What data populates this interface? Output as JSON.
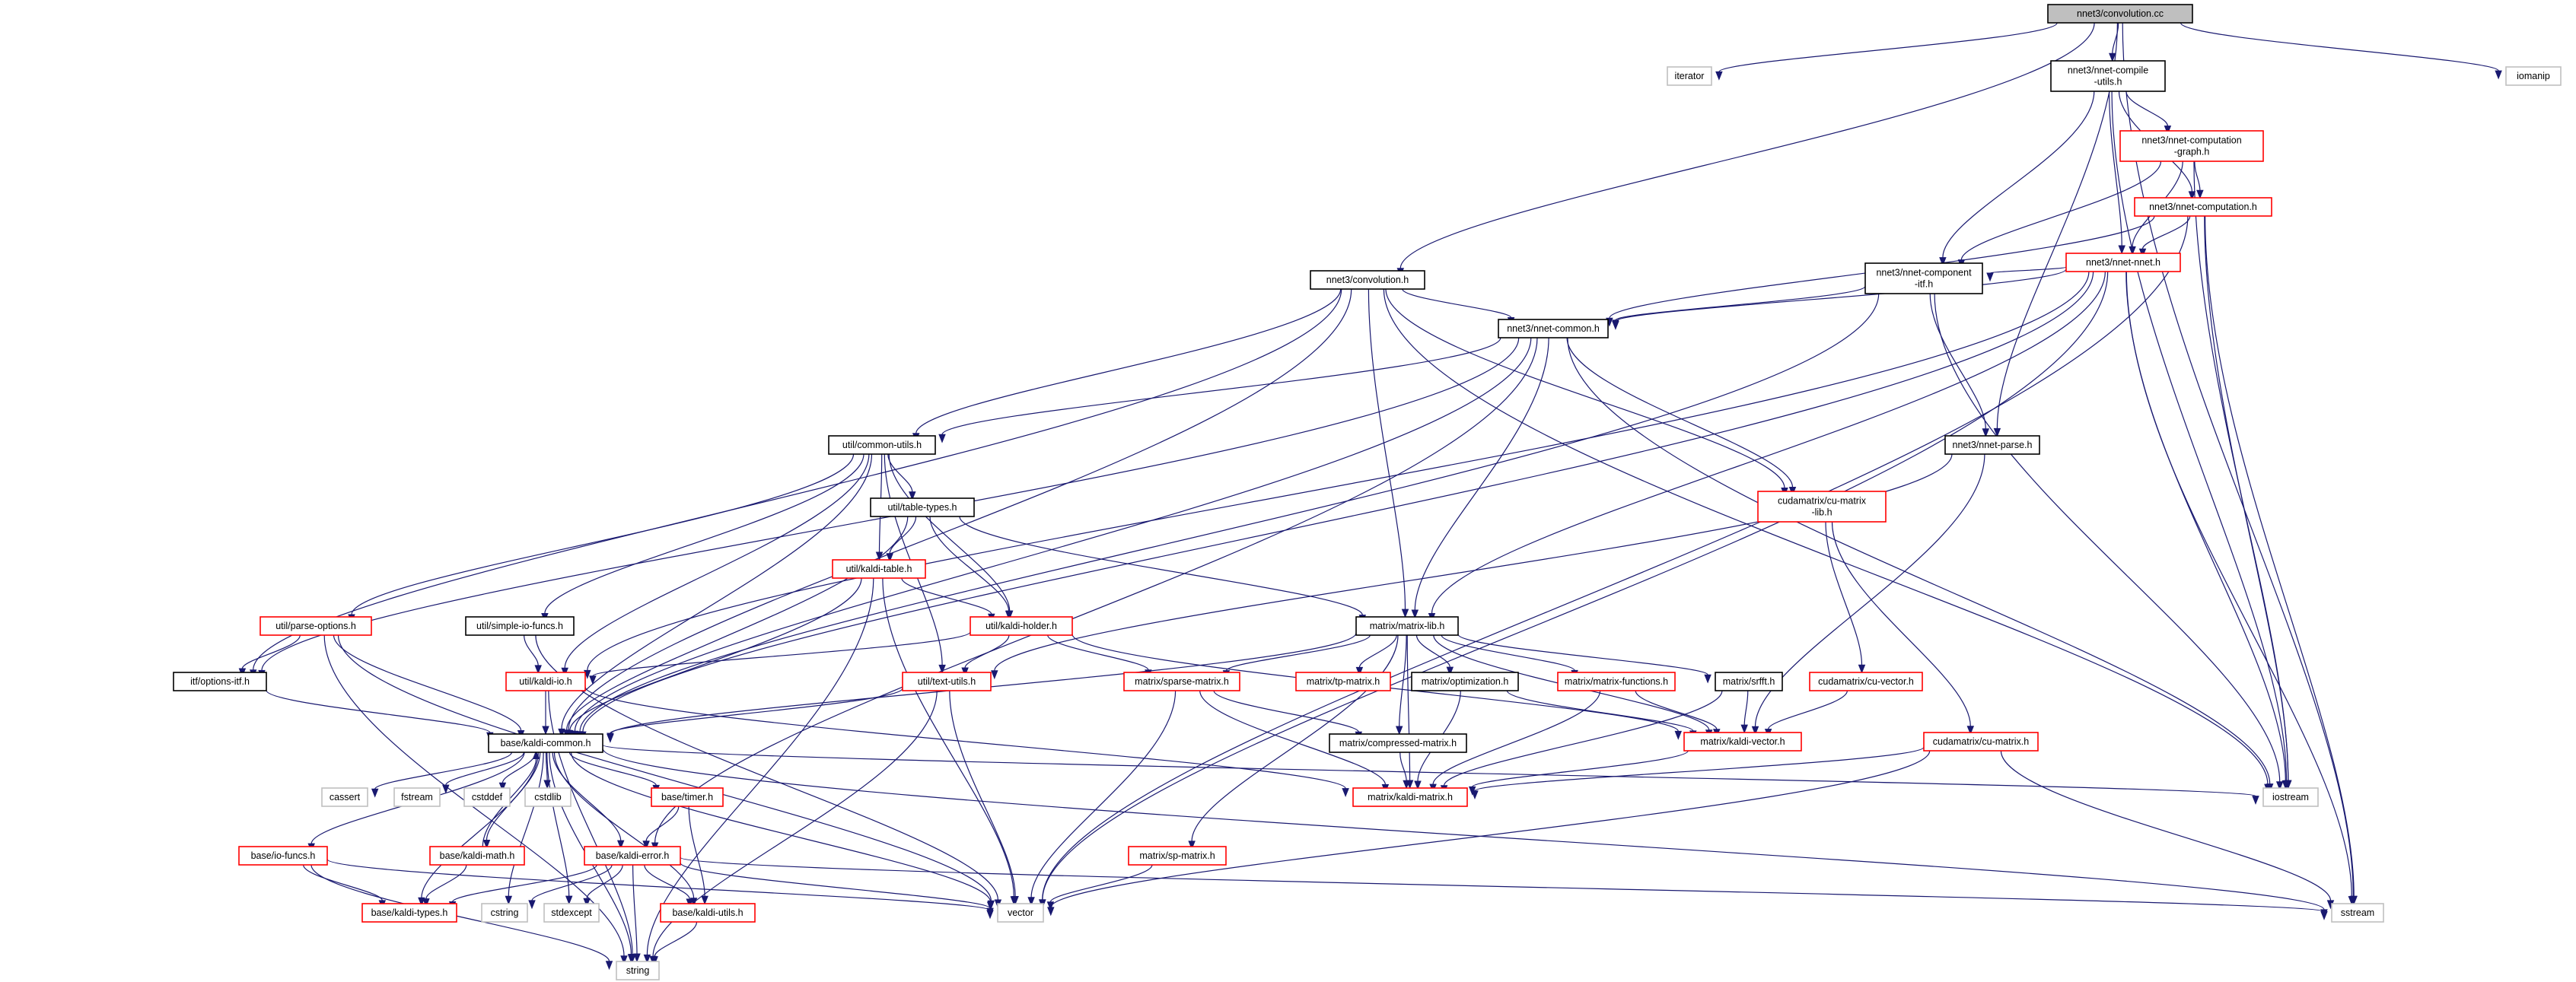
{
  "colors": {
    "edge": "#191970",
    "normal_border": "#000000",
    "linked_border": "#ff0000",
    "external_border": "#bfbfbf",
    "root_fill": "#bfbfbf",
    "fill": "#ffffff",
    "text": "#000000"
  },
  "nodes": [
    {
      "id": "root",
      "lines": [
        "nnet3/convolution.cc"
      ],
      "kind": "root"
    },
    {
      "id": "iterator",
      "lines": [
        "iterator"
      ],
      "kind": "external"
    },
    {
      "id": "iomanip",
      "lines": [
        "iomanip"
      ],
      "kind": "external"
    },
    {
      "id": "compile_utils",
      "lines": [
        "nnet3/nnet-compile",
        "-utils.h"
      ],
      "kind": "normal"
    },
    {
      "id": "comp_graph",
      "lines": [
        "nnet3/nnet-computation",
        "-graph.h"
      ],
      "kind": "linked"
    },
    {
      "id": "computation",
      "lines": [
        "nnet3/nnet-computation.h"
      ],
      "kind": "linked"
    },
    {
      "id": "nnet",
      "lines": [
        "nnet3/nnet-nnet.h"
      ],
      "kind": "linked"
    },
    {
      "id": "conv_h",
      "lines": [
        "nnet3/convolution.h"
      ],
      "kind": "normal"
    },
    {
      "id": "comp_itf",
      "lines": [
        "nnet3/nnet-component",
        "-itf.h"
      ],
      "kind": "normal"
    },
    {
      "id": "common",
      "lines": [
        "nnet3/nnet-common.h"
      ],
      "kind": "normal"
    },
    {
      "id": "parse",
      "lines": [
        "nnet3/nnet-parse.h"
      ],
      "kind": "normal"
    },
    {
      "id": "common_utils",
      "lines": [
        "util/common-utils.h"
      ],
      "kind": "normal"
    },
    {
      "id": "cu_matrix_lib",
      "lines": [
        "cudamatrix/cu-matrix",
        "-lib.h"
      ],
      "kind": "linked"
    },
    {
      "id": "table_types",
      "lines": [
        "util/table-types.h"
      ],
      "kind": "normal"
    },
    {
      "id": "kaldi_table",
      "lines": [
        "util/kaldi-table.h"
      ],
      "kind": "linked"
    },
    {
      "id": "parse_options",
      "lines": [
        "util/parse-options.h"
      ],
      "kind": "linked"
    },
    {
      "id": "simple_io",
      "lines": [
        "util/simple-io-funcs.h"
      ],
      "kind": "normal"
    },
    {
      "id": "kaldi_holder",
      "lines": [
        "util/kaldi-holder.h"
      ],
      "kind": "linked"
    },
    {
      "id": "matrix_lib",
      "lines": [
        "matrix/matrix-lib.h"
      ],
      "kind": "normal"
    },
    {
      "id": "options_itf",
      "lines": [
        "itf/options-itf.h"
      ],
      "kind": "normal"
    },
    {
      "id": "kaldi_io",
      "lines": [
        "util/kaldi-io.h"
      ],
      "kind": "linked"
    },
    {
      "id": "text_utils",
      "lines": [
        "util/text-utils.h"
      ],
      "kind": "linked"
    },
    {
      "id": "sparse_matrix",
      "lines": [
        "matrix/sparse-matrix.h"
      ],
      "kind": "linked"
    },
    {
      "id": "tp_matrix",
      "lines": [
        "matrix/tp-matrix.h"
      ],
      "kind": "linked"
    },
    {
      "id": "optimization",
      "lines": [
        "matrix/optimization.h"
      ],
      "kind": "normal"
    },
    {
      "id": "matrix_functions",
      "lines": [
        "matrix/matrix-functions.h"
      ],
      "kind": "linked"
    },
    {
      "id": "srfft",
      "lines": [
        "matrix/srfft.h"
      ],
      "kind": "normal"
    },
    {
      "id": "cu_vector",
      "lines": [
        "cudamatrix/cu-vector.h"
      ],
      "kind": "linked"
    },
    {
      "id": "kaldi_common",
      "lines": [
        "base/kaldi-common.h"
      ],
      "kind": "normal"
    },
    {
      "id": "compressed_matrix",
      "lines": [
        "matrix/compressed-matrix.h"
      ],
      "kind": "normal"
    },
    {
      "id": "kaldi_vector",
      "lines": [
        "matrix/kaldi-vector.h"
      ],
      "kind": "linked"
    },
    {
      "id": "cu_matrix",
      "lines": [
        "cudamatrix/cu-matrix.h"
      ],
      "kind": "linked"
    },
    {
      "id": "cassert",
      "lines": [
        "cassert"
      ],
      "kind": "external"
    },
    {
      "id": "fstream",
      "lines": [
        "fstream"
      ],
      "kind": "external"
    },
    {
      "id": "cstddef",
      "lines": [
        "cstddef"
      ],
      "kind": "external"
    },
    {
      "id": "cstdlib",
      "lines": [
        "cstdlib"
      ],
      "kind": "external"
    },
    {
      "id": "timer",
      "lines": [
        "base/timer.h"
      ],
      "kind": "linked"
    },
    {
      "id": "kaldi_matrix",
      "lines": [
        "matrix/kaldi-matrix.h"
      ],
      "kind": "linked"
    },
    {
      "id": "iostream",
      "lines": [
        "iostream"
      ],
      "kind": "external"
    },
    {
      "id": "io_funcs",
      "lines": [
        "base/io-funcs.h"
      ],
      "kind": "linked"
    },
    {
      "id": "kaldi_math",
      "lines": [
        "base/kaldi-math.h"
      ],
      "kind": "linked"
    },
    {
      "id": "kaldi_error",
      "lines": [
        "base/kaldi-error.h"
      ],
      "kind": "linked"
    },
    {
      "id": "sp_matrix",
      "lines": [
        "matrix/sp-matrix.h"
      ],
      "kind": "linked"
    },
    {
      "id": "kaldi_types",
      "lines": [
        "base/kaldi-types.h"
      ],
      "kind": "linked"
    },
    {
      "id": "cstring",
      "lines": [
        "cstring"
      ],
      "kind": "external"
    },
    {
      "id": "stdexcept",
      "lines": [
        "stdexcept"
      ],
      "kind": "external"
    },
    {
      "id": "vector",
      "lines": [
        "vector"
      ],
      "kind": "external"
    },
    {
      "id": "sstream",
      "lines": [
        "sstream"
      ],
      "kind": "external"
    },
    {
      "id": "kaldi_utils",
      "lines": [
        "base/kaldi-utils.h"
      ],
      "kind": "linked"
    },
    {
      "id": "string",
      "lines": [
        "string"
      ],
      "kind": "external"
    }
  ],
  "edges": [
    [
      "root",
      "iterator"
    ],
    [
      "root",
      "iomanip"
    ],
    [
      "root",
      "compile_utils"
    ],
    [
      "root",
      "conv_h"
    ],
    [
      "root",
      "parse"
    ],
    [
      "root",
      "sstream"
    ],
    [
      "compile_utils",
      "comp_graph"
    ],
    [
      "compile_utils",
      "computation"
    ],
    [
      "compile_utils",
      "nnet"
    ],
    [
      "compile_utils",
      "comp_itf"
    ],
    [
      "compile_utils",
      "iostream"
    ],
    [
      "comp_graph",
      "computation"
    ],
    [
      "comp_graph",
      "nnet"
    ],
    [
      "comp_graph",
      "comp_itf"
    ],
    [
      "comp_graph",
      "iostream"
    ],
    [
      "computation",
      "nnet"
    ],
    [
      "computation",
      "common"
    ],
    [
      "computation",
      "iostream"
    ],
    [
      "computation",
      "sstream"
    ],
    [
      "computation",
      "vector"
    ],
    [
      "nnet",
      "comp_itf"
    ],
    [
      "nnet",
      "common"
    ],
    [
      "nnet",
      "matrix_lib"
    ],
    [
      "nnet",
      "kaldi_io"
    ],
    [
      "nnet",
      "vector"
    ],
    [
      "nnet",
      "iostream"
    ],
    [
      "nnet",
      "sstream"
    ],
    [
      "nnet",
      "kaldi_common"
    ],
    [
      "conv_h",
      "common"
    ],
    [
      "conv_h",
      "common_utils"
    ],
    [
      "conv_h",
      "cu_matrix_lib"
    ],
    [
      "conv_h",
      "matrix_lib"
    ],
    [
      "conv_h",
      "options_itf"
    ],
    [
      "conv_h",
      "kaldi_common"
    ],
    [
      "conv_h",
      "iostream"
    ],
    [
      "comp_itf",
      "common"
    ],
    [
      "comp_itf",
      "parse"
    ],
    [
      "comp_itf",
      "kaldi_common"
    ],
    [
      "comp_itf",
      "iostream"
    ],
    [
      "common",
      "common_utils"
    ],
    [
      "common",
      "cu_matrix_lib"
    ],
    [
      "common",
      "matrix_lib"
    ],
    [
      "common",
      "options_itf"
    ],
    [
      "common",
      "kaldi_common"
    ],
    [
      "common",
      "iostream"
    ],
    [
      "common",
      "kaldi_error"
    ],
    [
      "parse",
      "text_utils"
    ],
    [
      "parse",
      "kaldi_vector"
    ],
    [
      "common_utils",
      "table_types"
    ],
    [
      "common_utils",
      "kaldi_table"
    ],
    [
      "common_utils",
      "parse_options"
    ],
    [
      "common_utils",
      "simple_io"
    ],
    [
      "common_utils",
      "kaldi_holder"
    ],
    [
      "common_utils",
      "kaldi_io"
    ],
    [
      "common_utils",
      "text_utils"
    ],
    [
      "common_utils",
      "kaldi_common"
    ],
    [
      "cu_matrix_lib",
      "cu_vector"
    ],
    [
      "cu_matrix_lib",
      "cu_matrix"
    ],
    [
      "table_types",
      "kaldi_table"
    ],
    [
      "table_types",
      "kaldi_holder"
    ],
    [
      "table_types",
      "matrix_lib"
    ],
    [
      "table_types",
      "kaldi_common"
    ],
    [
      "kaldi_table",
      "kaldi_holder"
    ],
    [
      "kaldi_table",
      "kaldi_common"
    ],
    [
      "kaldi_table",
      "vector"
    ],
    [
      "kaldi_table",
      "string"
    ],
    [
      "parse_options",
      "options_itf"
    ],
    [
      "parse_options",
      "kaldi_common"
    ],
    [
      "parse_options",
      "string"
    ],
    [
      "parse_options",
      "vector"
    ],
    [
      "simple_io",
      "kaldi_io"
    ],
    [
      "simple_io",
      "vector"
    ],
    [
      "kaldi_holder",
      "kaldi_io"
    ],
    [
      "kaldi_holder",
      "text_utils"
    ],
    [
      "kaldi_holder",
      "sparse_matrix"
    ],
    [
      "kaldi_holder",
      "kaldi_vector"
    ],
    [
      "matrix_lib",
      "kaldi_common"
    ],
    [
      "matrix_lib",
      "kaldi_vector"
    ],
    [
      "matrix_lib",
      "kaldi_matrix"
    ],
    [
      "matrix_lib",
      "sp_matrix"
    ],
    [
      "matrix_lib",
      "tp_matrix"
    ],
    [
      "matrix_lib",
      "matrix_functions"
    ],
    [
      "matrix_lib",
      "srfft"
    ],
    [
      "matrix_lib",
      "compressed_matrix"
    ],
    [
      "matrix_lib",
      "sparse_matrix"
    ],
    [
      "matrix_lib",
      "optimization"
    ],
    [
      "options_itf",
      "kaldi_common"
    ],
    [
      "kaldi_io",
      "kaldi_common"
    ],
    [
      "kaldi_io",
      "kaldi_matrix"
    ],
    [
      "kaldi_io",
      "string"
    ],
    [
      "text_utils",
      "kaldi_common"
    ],
    [
      "text_utils",
      "vector"
    ],
    [
      "text_utils",
      "string"
    ],
    [
      "sparse_matrix",
      "compressed_matrix"
    ],
    [
      "sparse_matrix",
      "kaldi_matrix"
    ],
    [
      "sparse_matrix",
      "vector"
    ],
    [
      "optimization",
      "kaldi_matrix"
    ],
    [
      "optimization",
      "kaldi_vector"
    ],
    [
      "matrix_functions",
      "kaldi_vector"
    ],
    [
      "matrix_functions",
      "kaldi_matrix"
    ],
    [
      "srfft",
      "kaldi_vector"
    ],
    [
      "srfft",
      "kaldi_matrix"
    ],
    [
      "cu_vector",
      "kaldi_vector"
    ],
    [
      "compressed_matrix",
      "kaldi_matrix"
    ],
    [
      "kaldi_vector",
      "kaldi_matrix"
    ],
    [
      "cu_matrix",
      "kaldi_matrix"
    ],
    [
      "cu_matrix",
      "vector"
    ],
    [
      "cu_matrix",
      "sstream"
    ],
    [
      "sp_matrix",
      "vector"
    ],
    [
      "kaldi_common",
      "cassert"
    ],
    [
      "kaldi_common",
      "fstream"
    ],
    [
      "kaldi_common",
      "cstddef"
    ],
    [
      "kaldi_common",
      "cstdlib"
    ],
    [
      "kaldi_common",
      "timer"
    ],
    [
      "kaldi_common",
      "iostream"
    ],
    [
      "kaldi_common",
      "io_funcs"
    ],
    [
      "kaldi_common",
      "kaldi_math"
    ],
    [
      "kaldi_common",
      "kaldi_error"
    ],
    [
      "kaldi_common",
      "kaldi_types"
    ],
    [
      "kaldi_common",
      "cstring"
    ],
    [
      "kaldi_common",
      "stdexcept"
    ],
    [
      "kaldi_common",
      "vector"
    ],
    [
      "kaldi_common",
      "sstream"
    ],
    [
      "kaldi_common",
      "kaldi_utils"
    ],
    [
      "kaldi_common",
      "string"
    ],
    [
      "timer",
      "kaldi_error"
    ],
    [
      "timer",
      "kaldi_utils"
    ],
    [
      "io_funcs",
      "kaldi_types"
    ],
    [
      "io_funcs",
      "string"
    ],
    [
      "io_funcs",
      "vector"
    ],
    [
      "kaldi_math",
      "kaldi_types"
    ],
    [
      "kaldi_math",
      "kaldi_common"
    ],
    [
      "kaldi_error",
      "kaldi_types"
    ],
    [
      "kaldi_error",
      "kaldi_utils"
    ],
    [
      "kaldi_error",
      "string"
    ],
    [
      "kaldi_error",
      "stdexcept"
    ],
    [
      "kaldi_error",
      "vector"
    ],
    [
      "kaldi_error",
      "sstream"
    ],
    [
      "kaldi_error",
      "cstring"
    ],
    [
      "kaldi_utils",
      "string"
    ]
  ]
}
